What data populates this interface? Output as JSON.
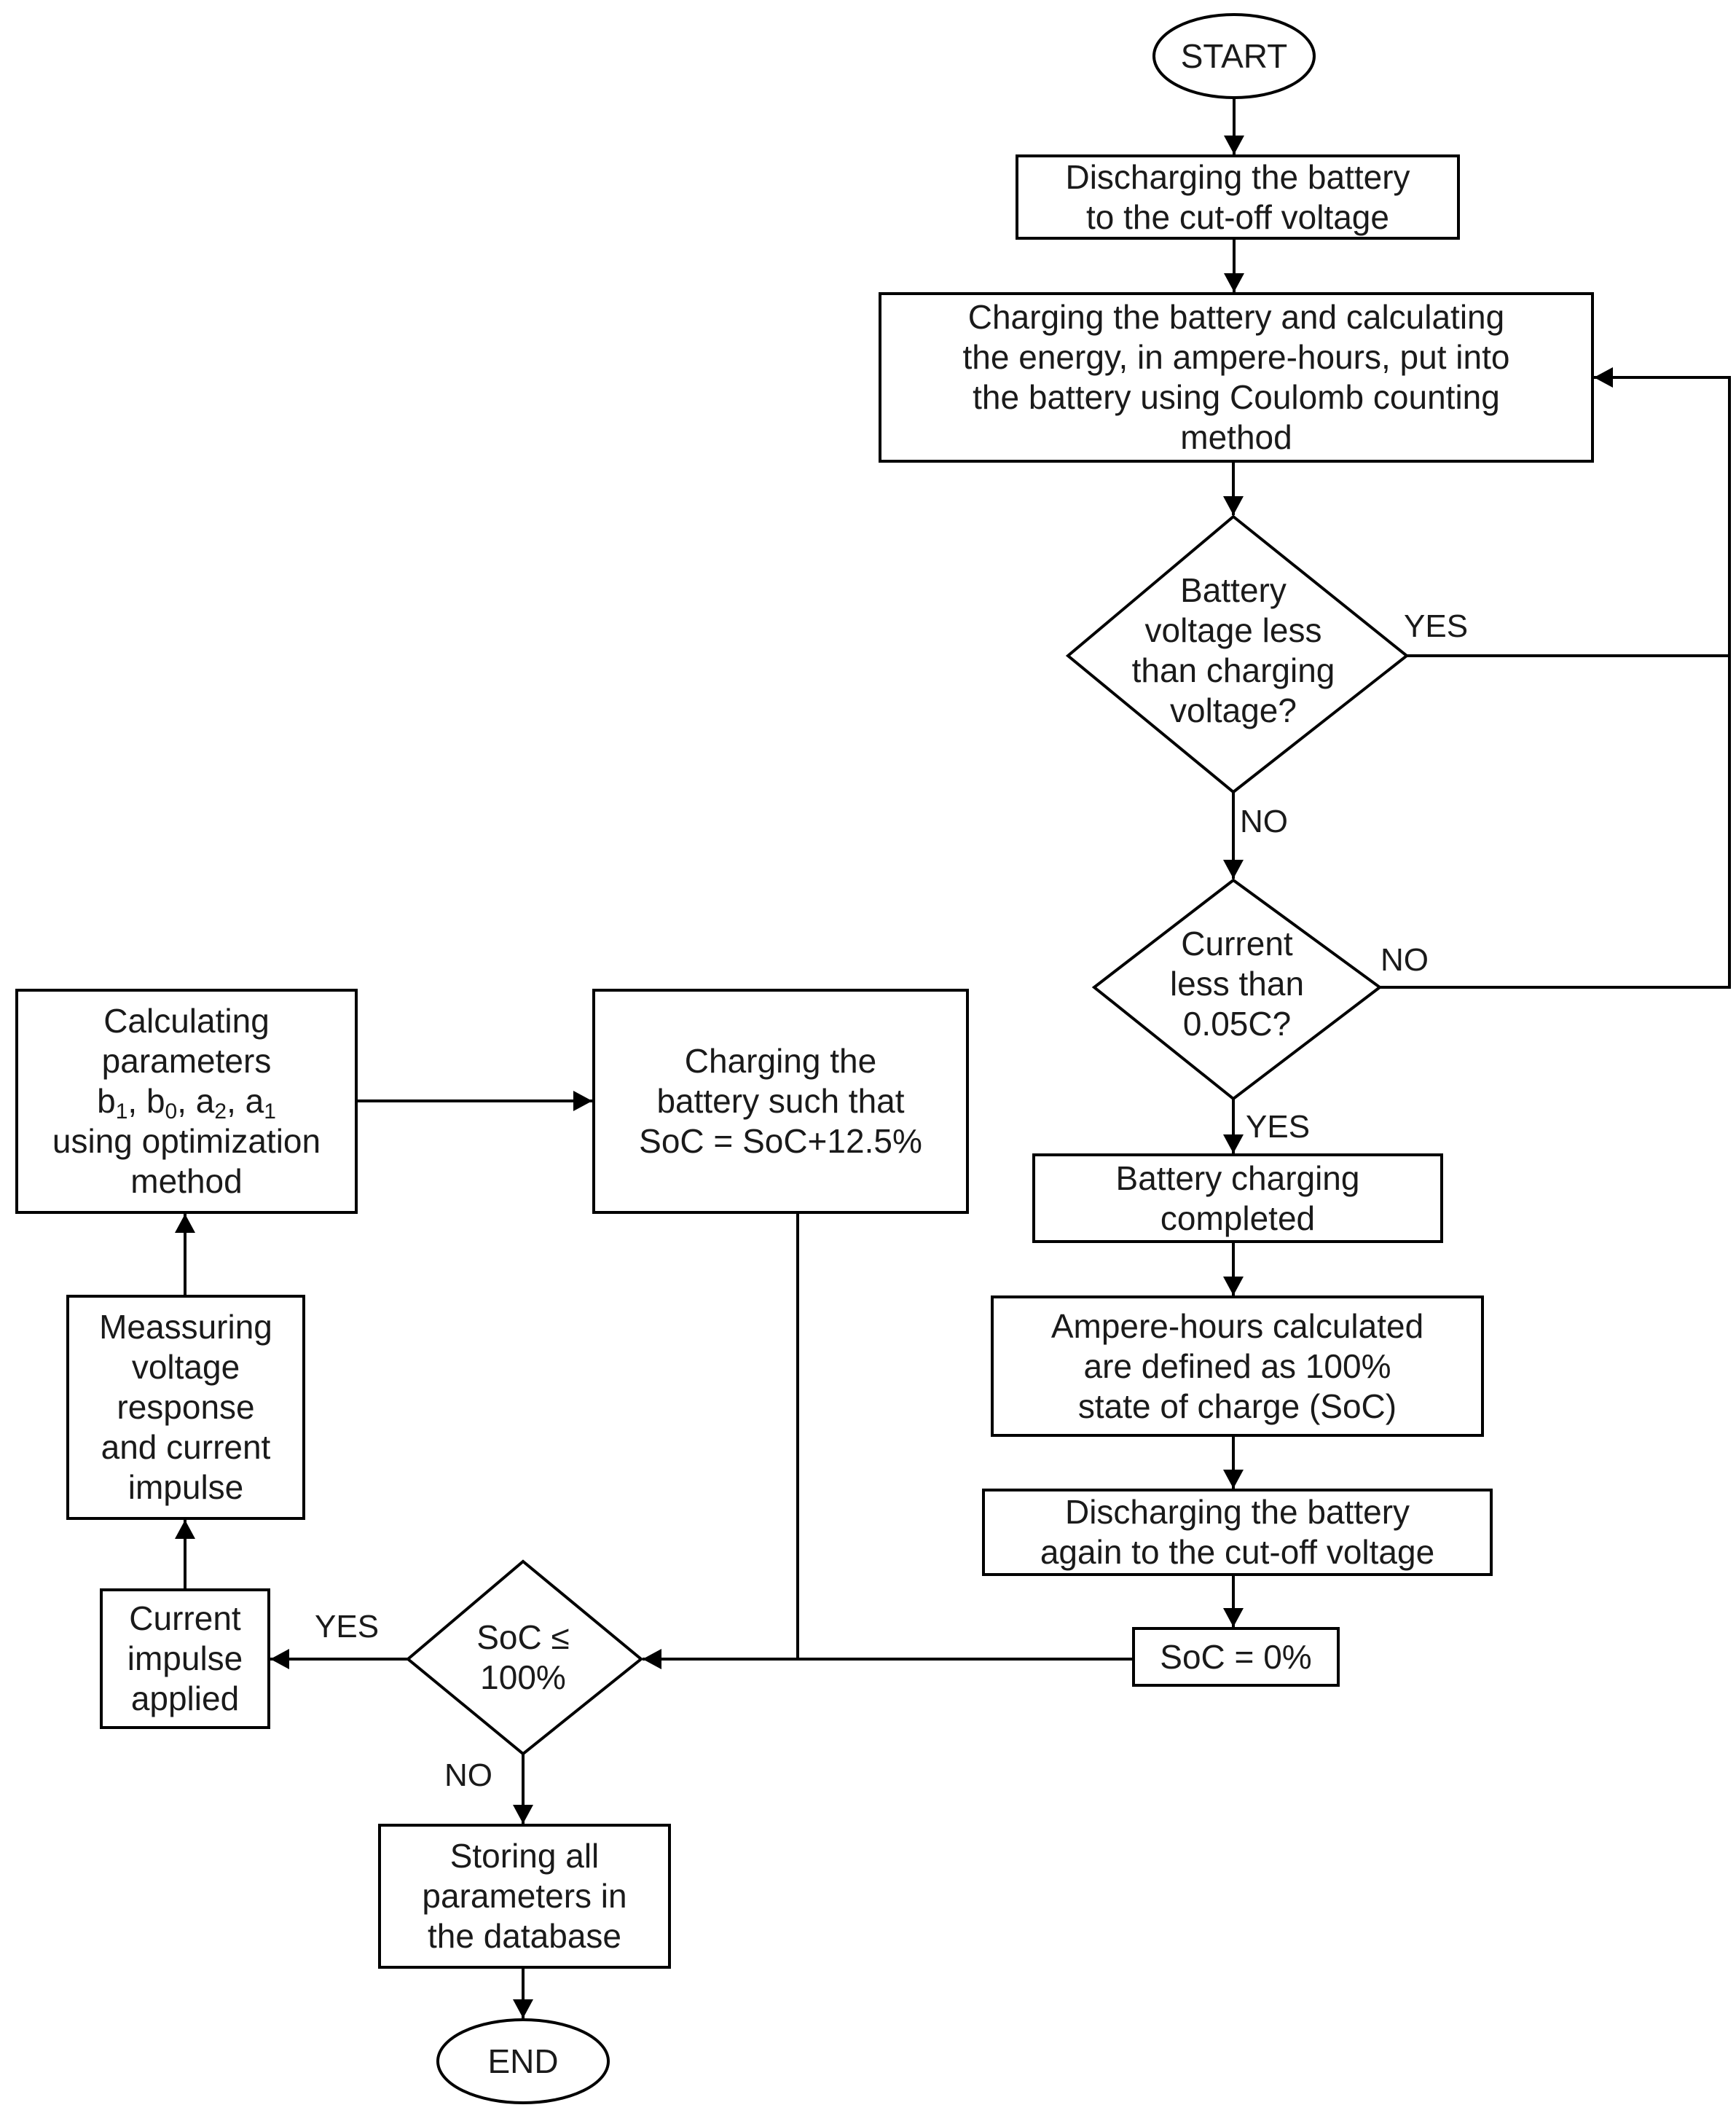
{
  "nodes": {
    "start": "START",
    "discharge_cutoff": [
      "Discharging the battery",
      "to the cut-off voltage"
    ],
    "charge_coulomb": [
      "Charging the battery and calculating",
      "the energy, in ampere-hours, put into",
      "the battery using Coulomb counting",
      "method"
    ],
    "voltage_check": [
      "Battery",
      "voltage less",
      "than charging",
      "voltage?"
    ],
    "current_check": [
      "Current",
      "less than",
      "0.05C?"
    ],
    "charging_completed": [
      "Battery charging",
      "completed"
    ],
    "ah_defined": [
      "Ampere-hours calculated",
      "are defined as 100%",
      "state of charge (SoC)"
    ],
    "discharge_again": [
      "Discharging the battery",
      "again to the cut-off voltage"
    ],
    "soc_zero": "SoC = 0%",
    "soc_check": [
      "SoC ≤",
      "100%"
    ],
    "current_impulse": [
      "Current",
      "impulse",
      "applied"
    ],
    "measuring": [
      "Meassuring",
      "voltage",
      "response",
      "and current",
      "impulse"
    ],
    "calc_params": {
      "line1": "Calculating",
      "line2": "parameters",
      "b": "b",
      "b_sub": "1",
      "b0": "b",
      "b0_sub": "0",
      "a2": "a",
      "a2_sub": "2",
      "a1": "a",
      "a1_sub": "1",
      "line4": "using optimization",
      "line5": "method"
    },
    "charge_soc": [
      "Charging the",
      "battery such that",
      "SoC = SoC+12.5%"
    ],
    "store": [
      "Storing all",
      "parameters in",
      "the database"
    ],
    "end": "END"
  },
  "edge_labels": {
    "voltage_yes": "YES",
    "voltage_no": "NO",
    "current_no": "NO",
    "current_yes": "YES",
    "soc_yes": "YES",
    "soc_no": "NO"
  }
}
